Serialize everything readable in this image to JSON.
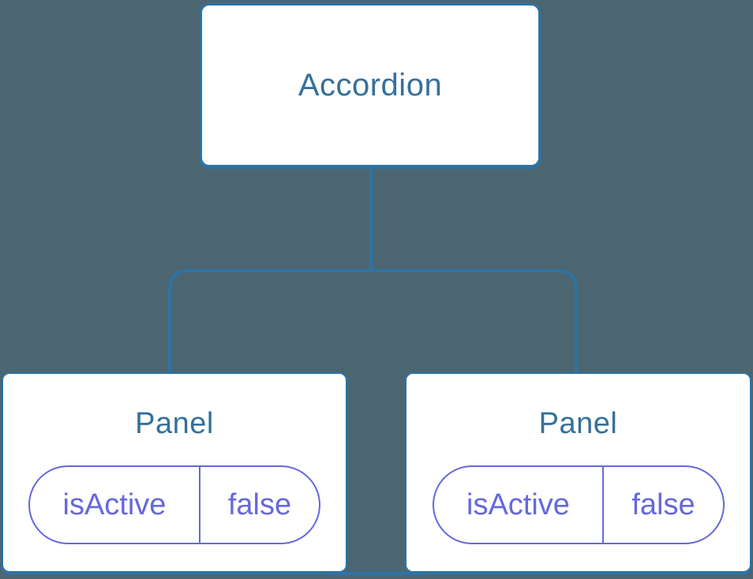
{
  "colors": {
    "background": "#4B6670",
    "line": "#2D73A5",
    "node_label": "#35709B",
    "state": "#6568DC",
    "node_background": "#FFFFFF"
  },
  "tree": {
    "root": {
      "label": "Accordion"
    },
    "children": [
      {
        "label": "Panel",
        "state": {
          "key": "isActive",
          "value": "false"
        }
      },
      {
        "label": "Panel",
        "state": {
          "key": "isActive",
          "value": "false"
        }
      }
    ]
  }
}
